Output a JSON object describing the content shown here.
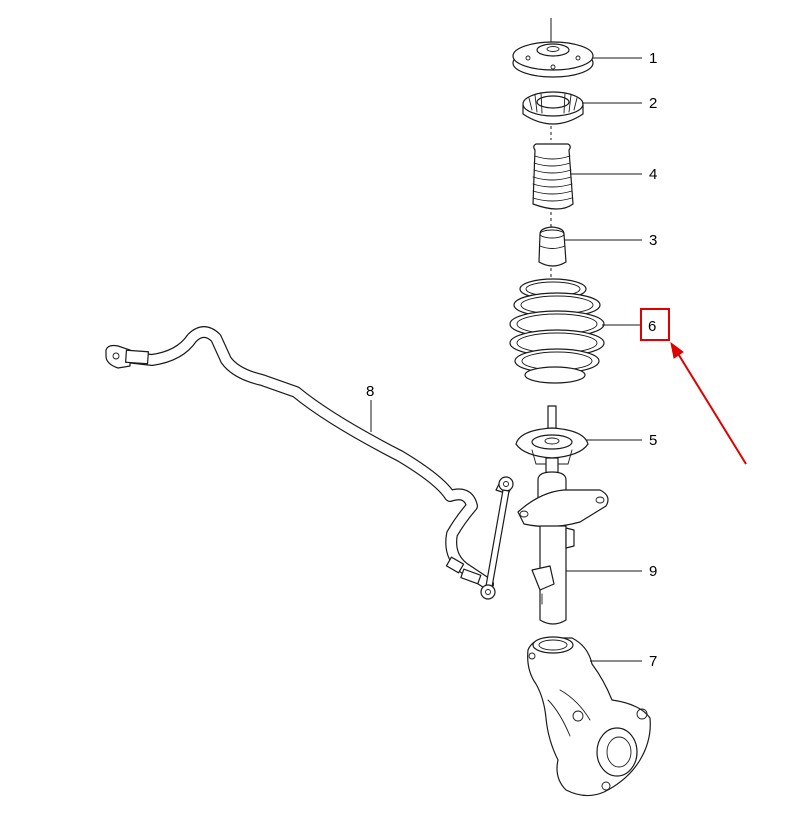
{
  "callouts": {
    "c1": "1",
    "c2": "2",
    "c3": "3",
    "c4": "4",
    "c5": "5",
    "c6": "6",
    "c7": "7",
    "c8": "8",
    "c9": "9"
  },
  "highlight": {
    "target": "6",
    "color": "#e00000"
  },
  "colors": {
    "line": "#1a1a1a",
    "background": "#ffffff",
    "highlight": "#e00000"
  }
}
